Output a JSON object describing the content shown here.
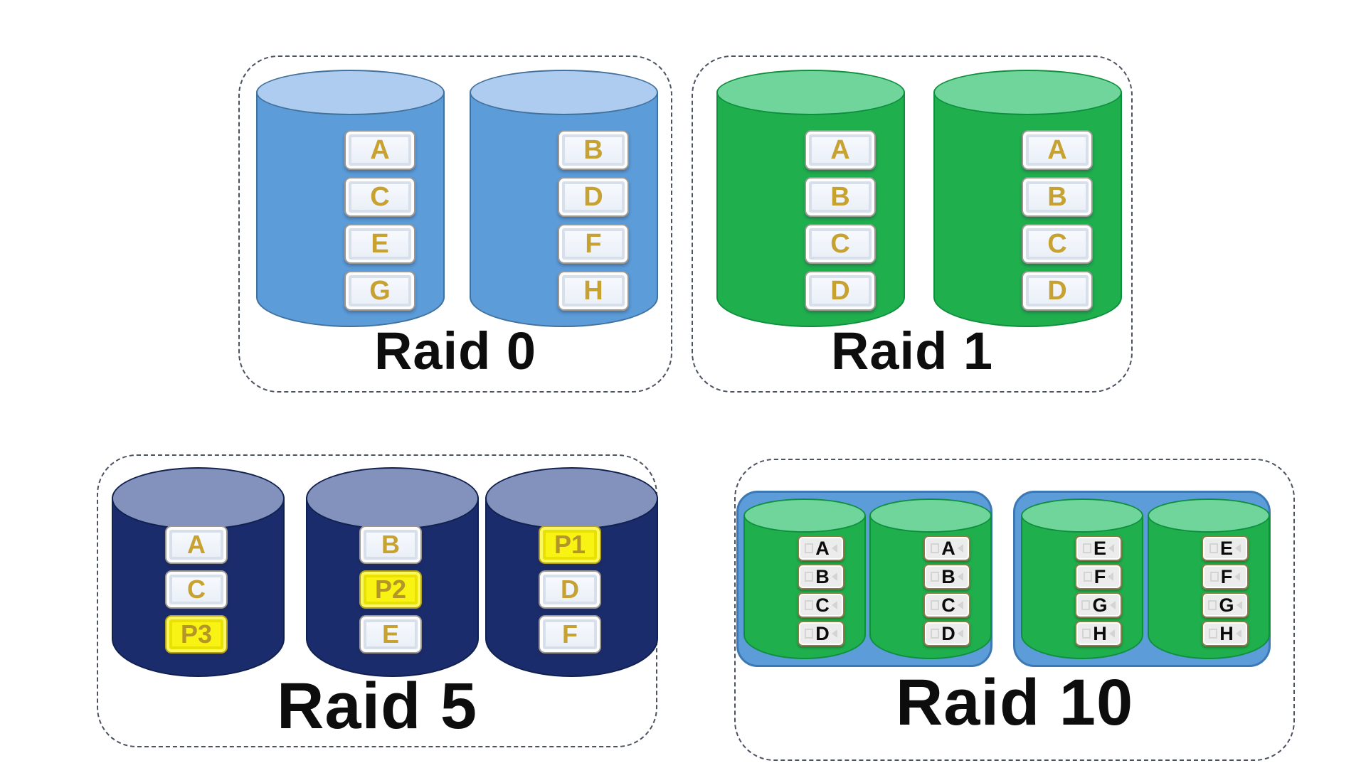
{
  "palette": {
    "raid0_disk_body": "#5b9cd9",
    "raid0_disk_top": "#aecbf0",
    "raid1_disk_body": "#1fb04d",
    "raid1_disk_top": "#70d59a",
    "raid5_disk_body": "#1a2c6b",
    "raid5_disk_top": "#8391bd",
    "parity_block_fill": "#f8f312",
    "data_block_letter": "#c7a230",
    "raid10_block_letter": "#0b0b0b",
    "raid10_container_fill": "#5b9cd9"
  },
  "raid0": {
    "label": "Raid 0",
    "disks": [
      {
        "blocks": [
          "A",
          "C",
          "E",
          "G"
        ]
      },
      {
        "blocks": [
          "B",
          "D",
          "F",
          "H"
        ]
      }
    ]
  },
  "raid1": {
    "label": "Raid 1",
    "disks": [
      {
        "blocks": [
          "A",
          "B",
          "C",
          "D"
        ]
      },
      {
        "blocks": [
          "A",
          "B",
          "C",
          "D"
        ]
      }
    ]
  },
  "raid5": {
    "label": "Raid 5",
    "parity_blocks": [
      "P1",
      "P2",
      "P3"
    ],
    "disks": [
      {
        "blocks": [
          "A",
          "C",
          "P3"
        ]
      },
      {
        "blocks": [
          "B",
          "P2",
          "E"
        ]
      },
      {
        "blocks": [
          "P1",
          "D",
          "F"
        ]
      }
    ]
  },
  "raid10": {
    "label": "Raid 10",
    "mirror_sets": [
      {
        "disks": [
          {
            "blocks": [
              "A",
              "B",
              "C",
              "D"
            ]
          },
          {
            "blocks": [
              "A",
              "B",
              "C",
              "D"
            ]
          }
        ]
      },
      {
        "disks": [
          {
            "blocks": [
              "E",
              "F",
              "G",
              "H"
            ]
          },
          {
            "blocks": [
              "E",
              "F",
              "G",
              "H"
            ]
          }
        ]
      }
    ]
  }
}
